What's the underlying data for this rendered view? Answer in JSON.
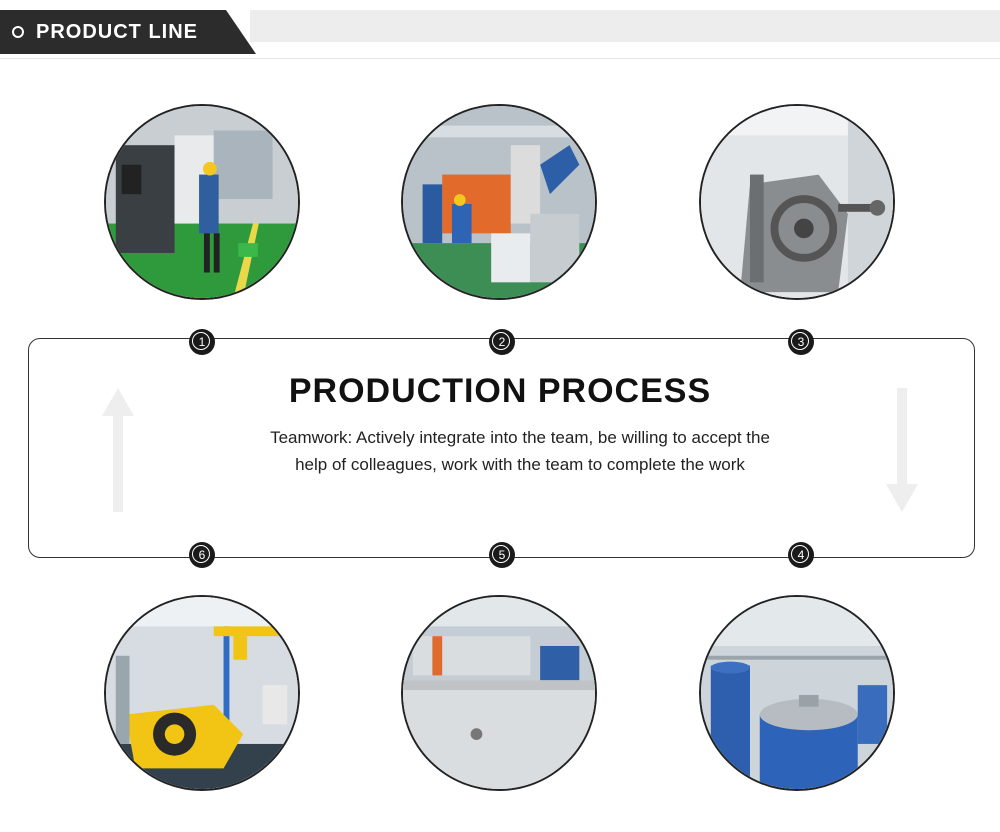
{
  "header": {
    "title": "PRODUCT LINE"
  },
  "process": {
    "title": "PRODUCTION PROCESS",
    "description": "Teamwork: Actively integrate into the team, be willing to accept the help of colleagues, work with the team to complete the work"
  },
  "steps": [
    {
      "number": "1",
      "photo": "cnc-machining-workshop"
    },
    {
      "number": "2",
      "photo": "robotic-assembly-line"
    },
    {
      "number": "3",
      "photo": "winding-machine"
    },
    {
      "number": "4",
      "photo": "vacuum-impregnation-tank"
    },
    {
      "number": "5",
      "photo": "production-floor"
    },
    {
      "number": "6",
      "photo": "yellow-crane-test-bench"
    }
  ],
  "colors": {
    "header_bg": "#2c2c2c",
    "strip_bg": "#ededed",
    "badge_bg": "#1a1a1a"
  }
}
